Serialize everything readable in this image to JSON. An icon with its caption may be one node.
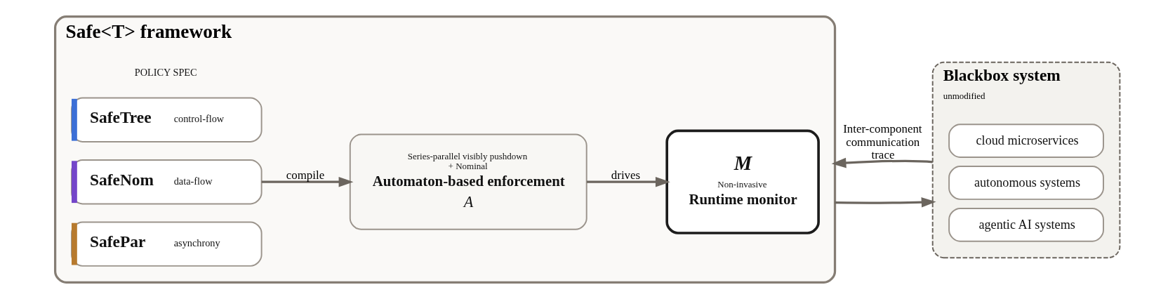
{
  "diagram": {
    "nodes": [
      {
        "text": [
          "Safe<T> framework"
        ]
      },
      {
        "text": [
          "SafeTree",
          "control-flow"
        ],
        "in": 0
      },
      {
        "text": [
          "SafeNom",
          "data-flow"
        ],
        "in": 0
      },
      {
        "text": [
          "SafePar",
          "asynchrony"
        ],
        "in": 0
      },
      {
        "text": [
          "Series-parallel visibly pushdown + Nominal",
          "Automaton-based enforcement",
          "A"
        ],
        "in": 0
      },
      {
        "text": [
          "M",
          "Non-invasive",
          "Runtime monitor"
        ],
        "in": 0
      },
      {
        "text": [
          "Blackbox system",
          "unmodified"
        ]
      },
      {
        "text": [
          "cloud microservices"
        ],
        "in": 6
      },
      {
        "text": [
          "autonomous systems"
        ],
        "in": 6
      },
      {
        "text": [
          "agentic AI systems"
        ],
        "in": 6
      }
    ],
    "edges": [
      {
        "from": 2,
        "to": 4,
        "label": "compile",
        "arrow": "to"
      },
      {
        "from": 4,
        "to": 5,
        "label": "drives",
        "arrow": "to"
      },
      {
        "from": 6,
        "to": 0,
        "label": "Inter-component communication trace",
        "arrow": "to"
      },
      {
        "from": 0,
        "to": 6,
        "arrow": "to"
      }
    ],
    "labels": [
      "POLICY SPEC"
    ]
  }
}
